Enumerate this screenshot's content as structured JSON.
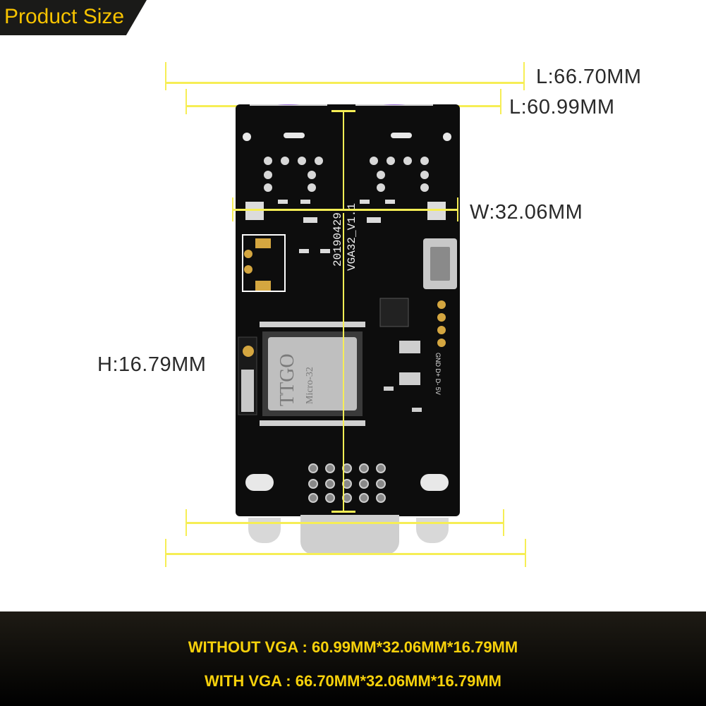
{
  "header": {
    "title": "Product Size"
  },
  "dimensions": {
    "length_with_vga": "L:66.70MM",
    "length_without_vga": "L:60.99MM",
    "width": "W:32.06MM",
    "height": "H:16.79MM"
  },
  "board": {
    "date_code": "20190429",
    "model": "VGA32_V1.1",
    "module_brand": "TTGO",
    "module_name": "Micro-32",
    "pin_label": "GND D+ D- 5V"
  },
  "footer": {
    "line1": "WITHOUT VGA : 60.99MM*32.06MM*16.79MM",
    "line2": "WITH VGA : 66.70MM*32.06MM*16.79MM"
  },
  "colors": {
    "accent": "#f7c300",
    "dimension": "#f6ee55",
    "footer_text": "#f7d10b"
  }
}
